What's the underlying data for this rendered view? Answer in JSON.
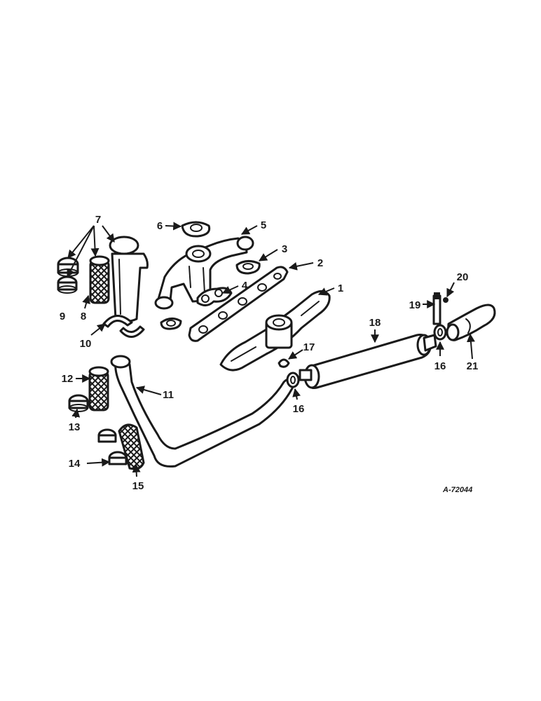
{
  "diagram": {
    "reference_code": "A-72044",
    "callouts": [
      "1",
      "2",
      "3",
      "4",
      "5",
      "6",
      "7",
      "8",
      "9",
      "10",
      "11",
      "12",
      "13",
      "14",
      "15",
      "16",
      "16",
      "17",
      "18",
      "19",
      "20",
      "21"
    ]
  }
}
